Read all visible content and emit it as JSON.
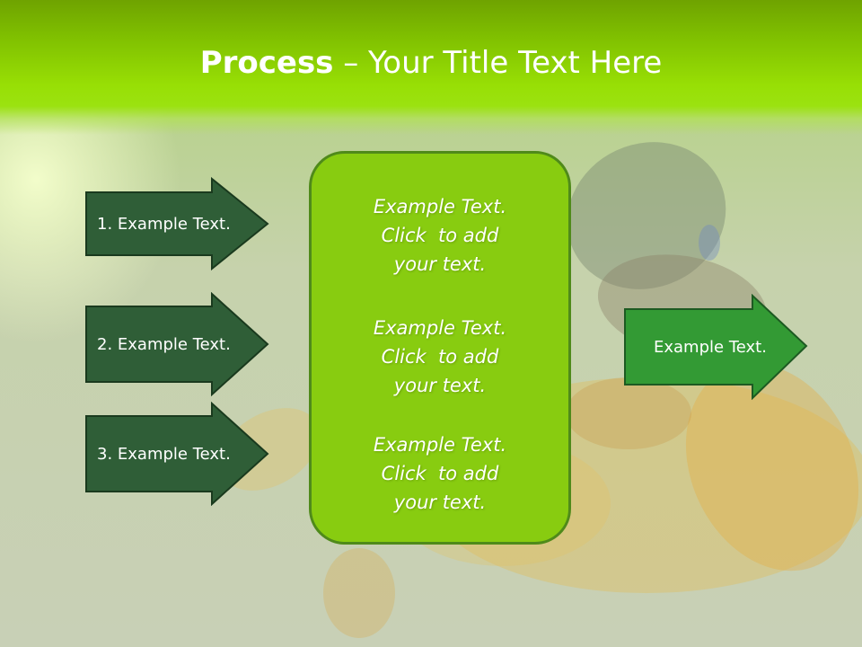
{
  "title": {
    "bold": "Process",
    "rest": " – Your Title Text Here"
  },
  "left_arrows": [
    {
      "label": "1. Example Text."
    },
    {
      "label": "2. Example Text."
    },
    {
      "label": "3. Example Text."
    }
  ],
  "center_box": {
    "paragraphs": [
      {
        "line1": "Example Text.",
        "line2": "Click  to add",
        "line3": "your text."
      },
      {
        "line1": "Example Text.",
        "line2": "Click  to add",
        "line3": "your text."
      },
      {
        "line1": "Example Text.",
        "line2": "Click  to add",
        "line3": "your text."
      }
    ]
  },
  "right_arrow": {
    "label": "Example Text."
  },
  "colors": {
    "title_bar": "#7fbf00",
    "left_arrow_fill": "#2f5e37",
    "right_arrow_fill": "#339a34",
    "center_box_fill": "#88cc10"
  }
}
